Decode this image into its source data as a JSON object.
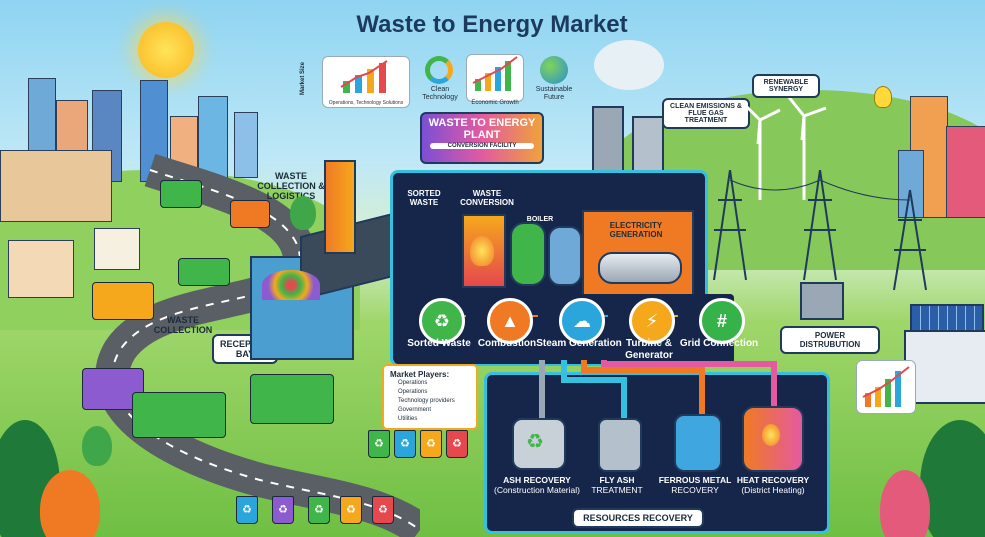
{
  "title": "Waste to Energy Market",
  "header_stats": {
    "market_size": "Market Size",
    "market_size_sub": "Operations, Technology Solutions",
    "clean_tech": "Clean Technology",
    "economic_growth": "Economic Growth",
    "sustainable_future": "Sustainable Future"
  },
  "plant": {
    "banner_title": "WASTE TO ENERGY PLANT",
    "banner_sub": "CONVERSION FACILITY",
    "sorted_waste": "SORTED WASTE",
    "waste_conversion": "WASTE CONVERSION",
    "boiler": "BOILER",
    "electricity_generation": "ELECTRICITY GENERATION",
    "clean_emissions": "CLEAN EMISSIONS & FLUE GAS TREATMENT"
  },
  "steps": [
    {
      "label": "Sorted Waste",
      "color": "#3fb54a",
      "icon": "recycle-icon"
    },
    {
      "label": "Combustion",
      "color": "#f07a24",
      "icon": "flame-icon"
    },
    {
      "label": "Steam Generation",
      "color": "#2aa6dc",
      "icon": "cloud-icon"
    },
    {
      "label": "Turbine & Generator",
      "color": "#f5a81c",
      "icon": "bolt-icon"
    },
    {
      "label": "Grid Connection",
      "color": "#36b24a",
      "icon": "grid-icon"
    }
  ],
  "left_labels": {
    "waste_collection_logistics": "WASTE COLLECTION & LOGISTICS",
    "waste_collection": "WASTE COLLECTION",
    "reception_bay": "RECEPTION BAY"
  },
  "right_labels": {
    "renewable_synergy": "RENEWABLE SYNERGY",
    "power_distribution": "POWER DISTRUBUTION"
  },
  "market_players": {
    "title": "Market Players:",
    "items": [
      "Operations",
      "Operations",
      "Technology providers",
      "Government",
      "Utilities"
    ]
  },
  "recovery": {
    "title": "RESOURCES RECOVERY",
    "items": [
      {
        "line1": "ASH RECOVERY",
        "line2": "(Construction Material)"
      },
      {
        "line1": "FLY ASH",
        "line2": "TREATMENT"
      },
      {
        "line1": "FERROUS METAL",
        "line2": "RECOVERY"
      },
      {
        "line1": "HEAT RECOVERY",
        "line2": "(District Heating)"
      }
    ]
  },
  "colors": {
    "title": "#1c3a5e",
    "frame": "#16264a",
    "accent_cyan": "#35c0e0",
    "banner_gradient_start": "#7b4fd6",
    "banner_gradient_end": "#f0a23a"
  }
}
